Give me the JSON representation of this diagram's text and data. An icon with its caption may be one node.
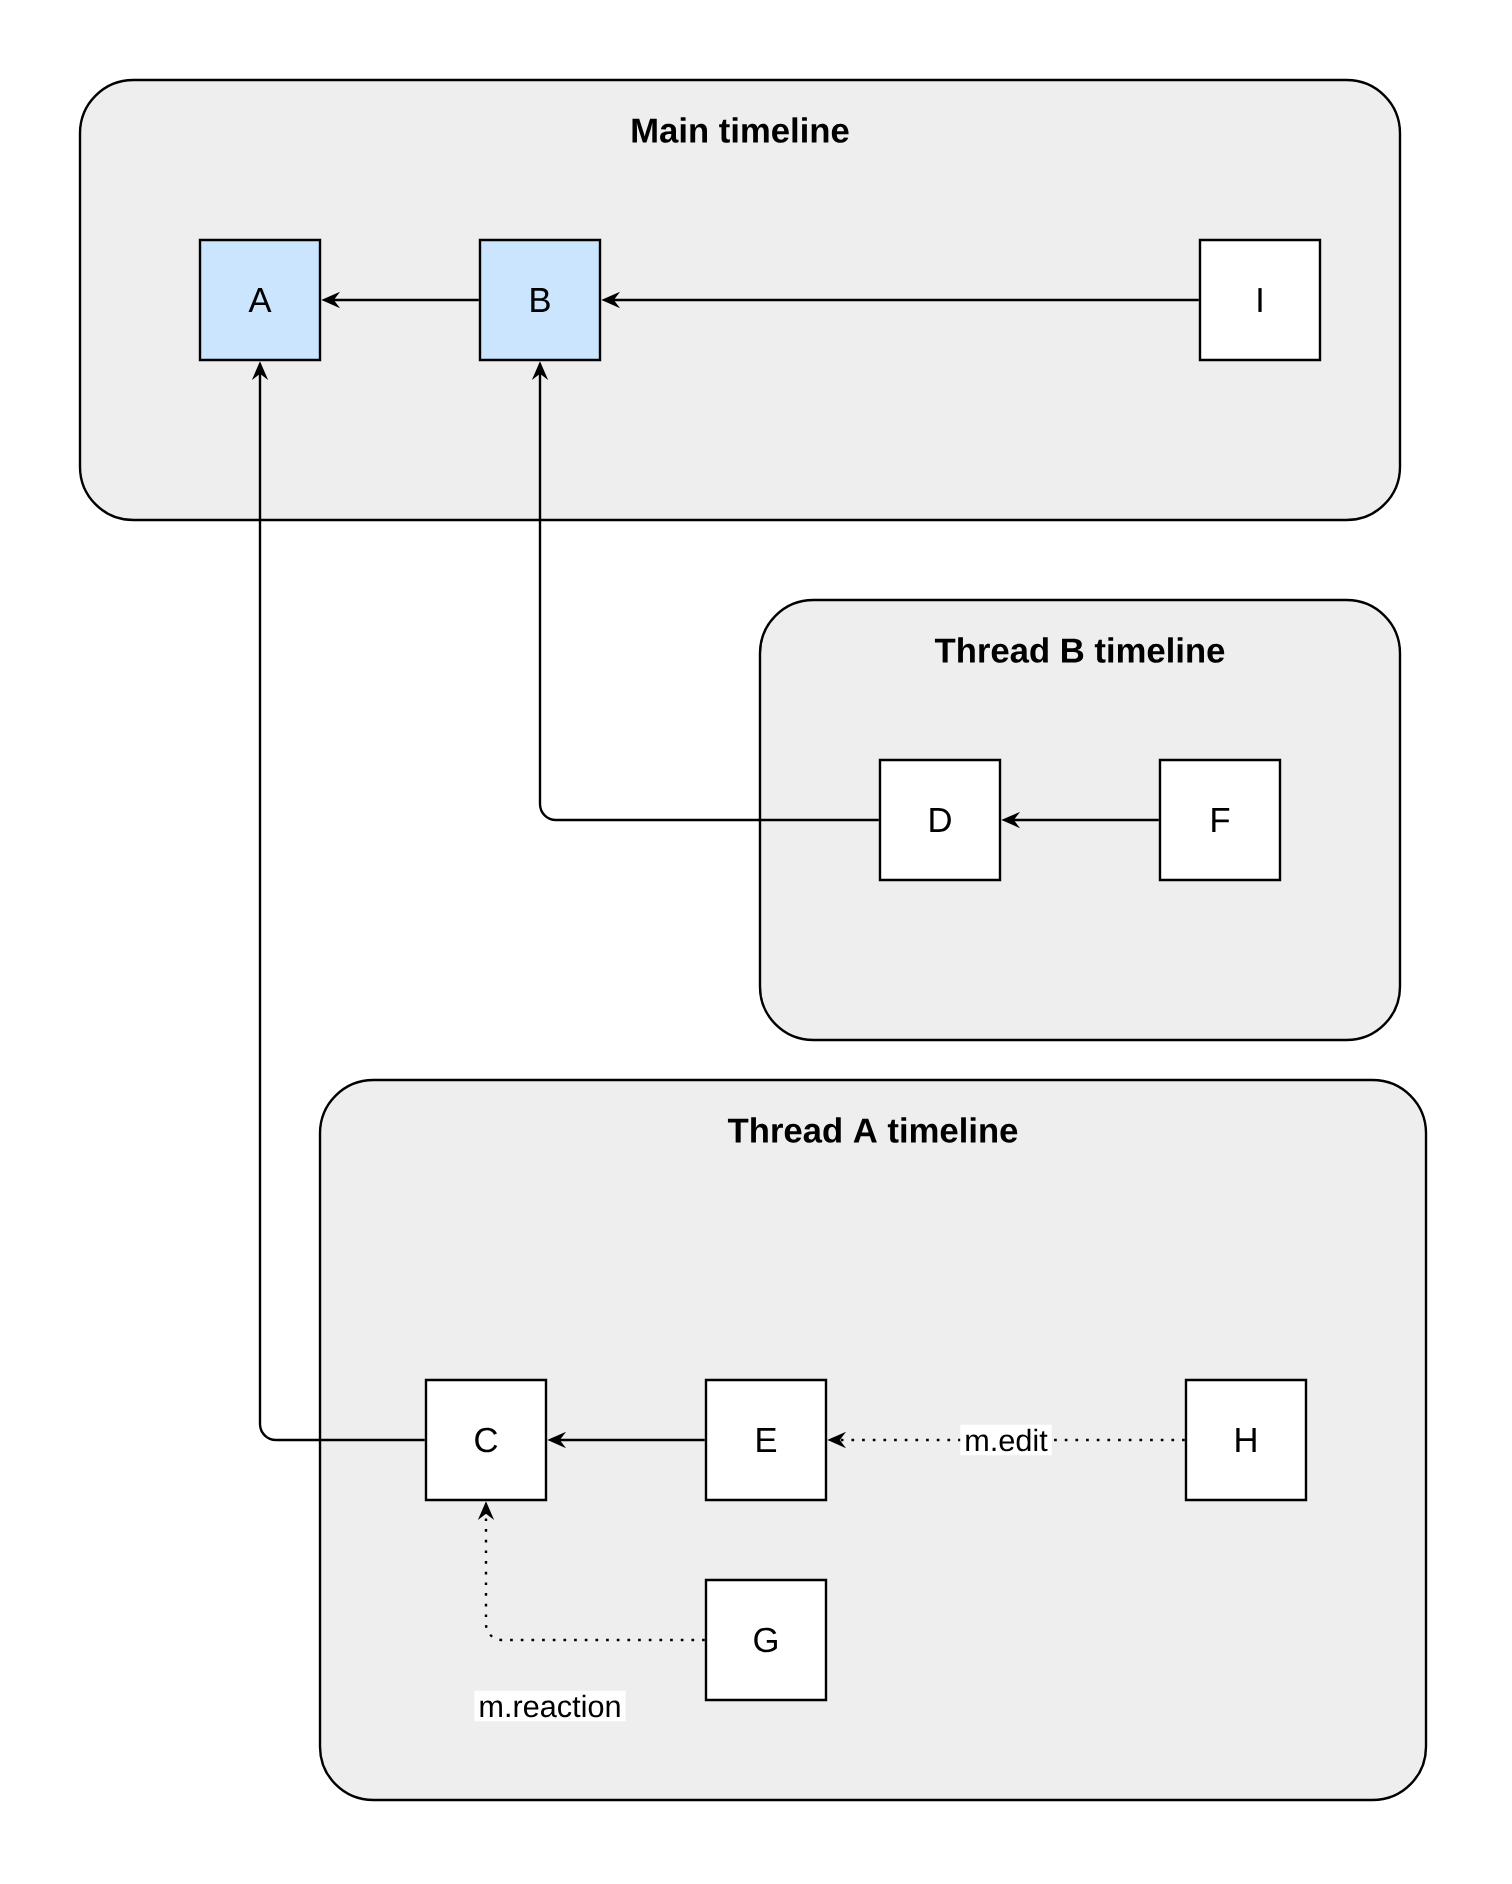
{
  "diagram": {
    "nodes": [
      {
        "text": [
          "Main timeline"
        ]
      },
      {
        "text": [
          "A"
        ],
        "in": 0
      },
      {
        "text": [
          "B"
        ],
        "in": 0
      },
      {
        "text": [
          "I"
        ],
        "in": 0
      },
      {
        "text": [
          "Thread B timeline"
        ]
      },
      {
        "text": [
          "D"
        ],
        "in": 4
      },
      {
        "text": [
          "F"
        ],
        "in": 4
      },
      {
        "text": [
          "Thread A timeline"
        ]
      },
      {
        "text": [
          "C"
        ],
        "in": 7
      },
      {
        "text": [
          "E"
        ],
        "in": 7
      },
      {
        "text": [
          "H"
        ],
        "in": 7
      },
      {
        "text": [
          "G"
        ],
        "in": 7
      }
    ],
    "edges": [
      {
        "from": 2,
        "to": 1,
        "arrow": "to"
      },
      {
        "from": 3,
        "to": 2,
        "arrow": "to"
      },
      {
        "from": 5,
        "to": 2,
        "arrow": "to"
      },
      {
        "from": 6,
        "to": 5,
        "arrow": "to"
      },
      {
        "from": 8,
        "to": 1,
        "arrow": "to"
      },
      {
        "from": 9,
        "to": 8,
        "arrow": "to"
      },
      {
        "from": 10,
        "to": 9,
        "arrow": "to",
        "label": "m.edit",
        "style": "dashed"
      },
      {
        "from": 11,
        "to": 8,
        "arrow": "to",
        "label": "m.reaction",
        "style": "dashed"
      }
    ]
  }
}
